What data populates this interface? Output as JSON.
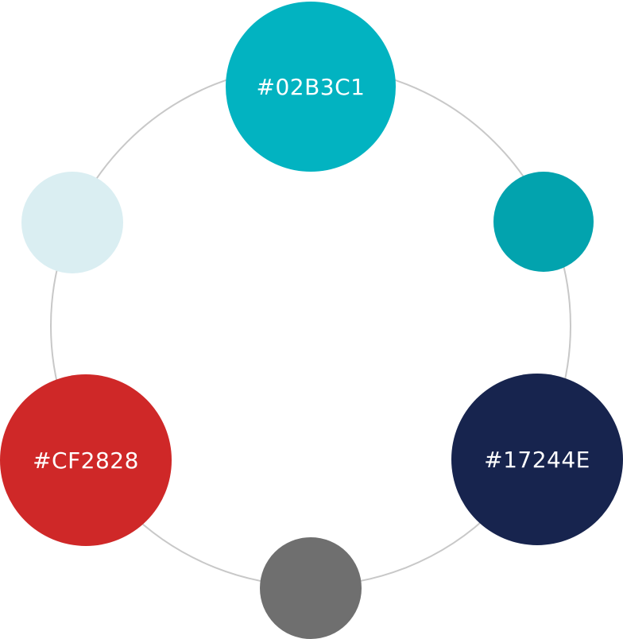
{
  "swatches": [
    {
      "id": "teal-large",
      "color": "#02B3C1",
      "label": "#02B3C1"
    },
    {
      "id": "teal-small",
      "color": "#02A3AE",
      "label": ""
    },
    {
      "id": "navy-large",
      "color": "#17244E",
      "label": "#17244E"
    },
    {
      "id": "gray-small",
      "color": "#6F6F6F",
      "label": ""
    },
    {
      "id": "red-large",
      "color": "#CF2828",
      "label": "#CF2828"
    },
    {
      "id": "pale-small",
      "color": "#DAEEF2",
      "label": ""
    }
  ],
  "ring": {
    "color": "#C8C8C8"
  }
}
